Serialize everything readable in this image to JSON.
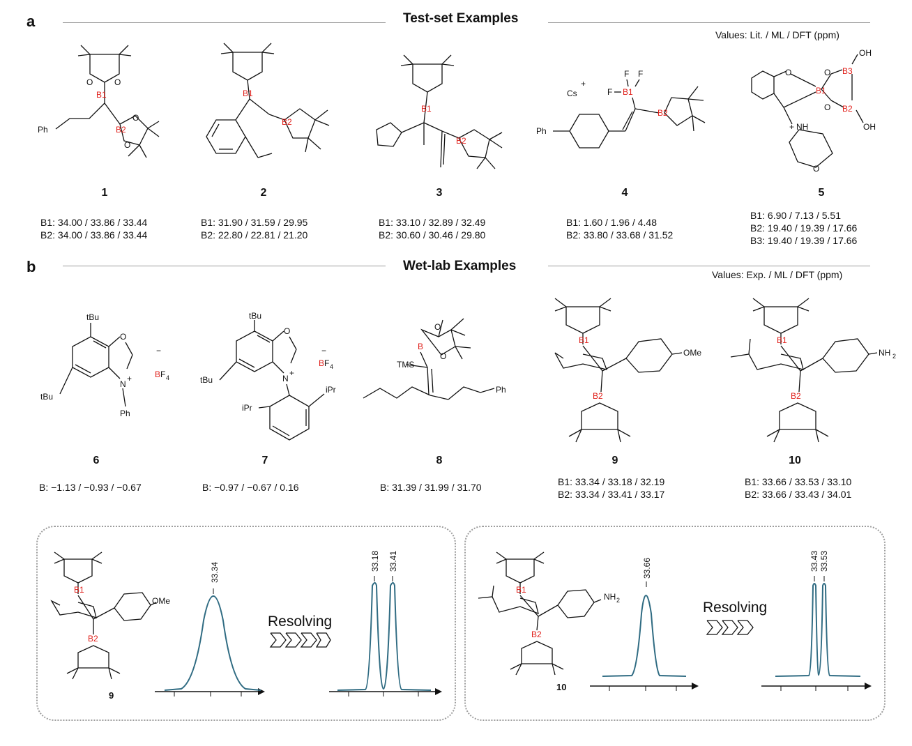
{
  "panel_a": {
    "letter": "a",
    "title": "Test-set Examples",
    "note": "Values: Lit. / ML / DFT (ppm)",
    "compounds": [
      {
        "id": "1",
        "values": [
          "B1: 34.00 / 33.86 / 33.44",
          "B2: 34.00 / 33.86 / 33.44"
        ]
      },
      {
        "id": "2",
        "values": [
          "B1: 31.90 / 31.59 / 29.95",
          "B2: 22.80 / 22.81 / 21.20"
        ]
      },
      {
        "id": "3",
        "values": [
          "B1: 33.10 / 32.89 / 32.49",
          "B2: 30.60 / 30.46 / 29.80"
        ]
      },
      {
        "id": "4",
        "values": [
          "B1: 1.60 / 1.96 / 4.48",
          "B2: 33.80 / 33.68 / 31.52"
        ]
      },
      {
        "id": "5",
        "values": [
          "B1: 6.90 / 7.13 / 5.51",
          "B2: 19.40 / 19.39 / 17.66",
          "B3: 19.40 / 19.39 / 17.66"
        ]
      }
    ]
  },
  "panel_b": {
    "letter": "b",
    "title": "Wet-lab Examples",
    "note": "Values: Exp. / ML / DFT (ppm)",
    "compounds": [
      {
        "id": "6",
        "values": [
          "B: −1.13 / −0.93 / −0.67"
        ]
      },
      {
        "id": "7",
        "values": [
          "B: −0.97 / −0.67 / 0.16"
        ]
      },
      {
        "id": "8",
        "values": [
          "B: 31.39 / 31.99 / 31.70"
        ]
      },
      {
        "id": "9",
        "values": [
          "B1: 33.34 / 33.18 / 32.19",
          "B2: 33.34 / 33.41 / 33.17"
        ]
      },
      {
        "id": "10",
        "values": [
          "B1: 33.66 / 33.53 / 33.10",
          "B2: 33.66 / 33.43 / 34.01"
        ]
      }
    ]
  },
  "labels": {
    "ph": "Ph",
    "cs": "Cs",
    "plus": "+",
    "minus": "−",
    "f": "F",
    "oh": "OH",
    "nh": "NH",
    "o": "O",
    "ome": "OMe",
    "nh2": "NH",
    "sub2": "2",
    "tbu": "tBu",
    "ipr": "iPr",
    "tms": "TMS",
    "n": "N",
    "bf": "BF",
    "sub4": "4",
    "b": "B",
    "b1": "B1",
    "b2": "B2",
    "b3": "B3"
  },
  "spectra": [
    {
      "compound": "9",
      "resolving": "Resolving",
      "before_peaks": [
        "33.34"
      ],
      "after_peaks": [
        "33.18",
        "33.41"
      ]
    },
    {
      "compound": "10",
      "resolving": "Resolving",
      "before_peaks": [
        "33.66"
      ],
      "after_peaks": [
        "33.43",
        "33.53"
      ]
    }
  ],
  "colors": {
    "boron_label": "#e0201b",
    "spectrum": "#2f6b82",
    "header_line": "#9a9a9a",
    "box_border": "#9d9d9d"
  }
}
